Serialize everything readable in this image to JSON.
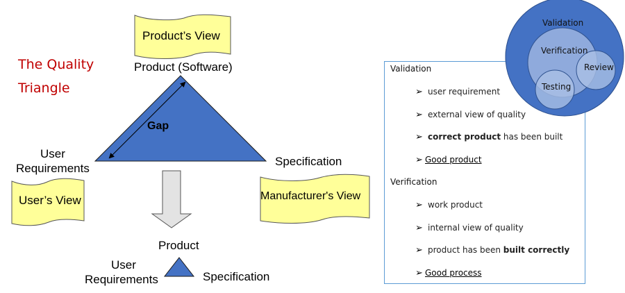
{
  "title": {
    "line1": "The Quality",
    "line2": "Triangle"
  },
  "triangle": {
    "top_label": "Product (Software)",
    "left_label_line1": "User",
    "left_label_line2": "Requirements",
    "right_label": "Specification",
    "gap_label": "Gap",
    "color": "#4472c4"
  },
  "views": {
    "product": "Product’s View",
    "user": "User’s View",
    "manufacturer": "Manufacturer's View",
    "fill": "#ffff99"
  },
  "small_triangle": {
    "top_label": "Product",
    "left_label_line1": "User",
    "left_label_line2": "Requirements",
    "right_label": "Specification"
  },
  "panel": {
    "validation": {
      "heading": "Validation",
      "items": [
        {
          "pre": "user requirement",
          "bold": "",
          "post": ""
        },
        {
          "pre": "external view of quality",
          "bold": "",
          "post": ""
        },
        {
          "pre": "",
          "bold": "correct product",
          "post": " has been built"
        },
        {
          "underlined": "Good product"
        }
      ]
    },
    "verification": {
      "heading": "Verification",
      "items": [
        {
          "pre": "work product",
          "bold": "",
          "post": ""
        },
        {
          "pre": "internal view of quality",
          "bold": "",
          "post": ""
        },
        {
          "pre": "product has been ",
          "bold": "built correctly",
          "post": ""
        },
        {
          "underlined": "Good process"
        }
      ]
    },
    "bullet_icon": "➢"
  },
  "venn": {
    "outer": "Validation",
    "middle": "Verification",
    "review": "Review",
    "testing": "Testing",
    "outer_color": "#4472c4",
    "inner_color": "#8faadc"
  }
}
